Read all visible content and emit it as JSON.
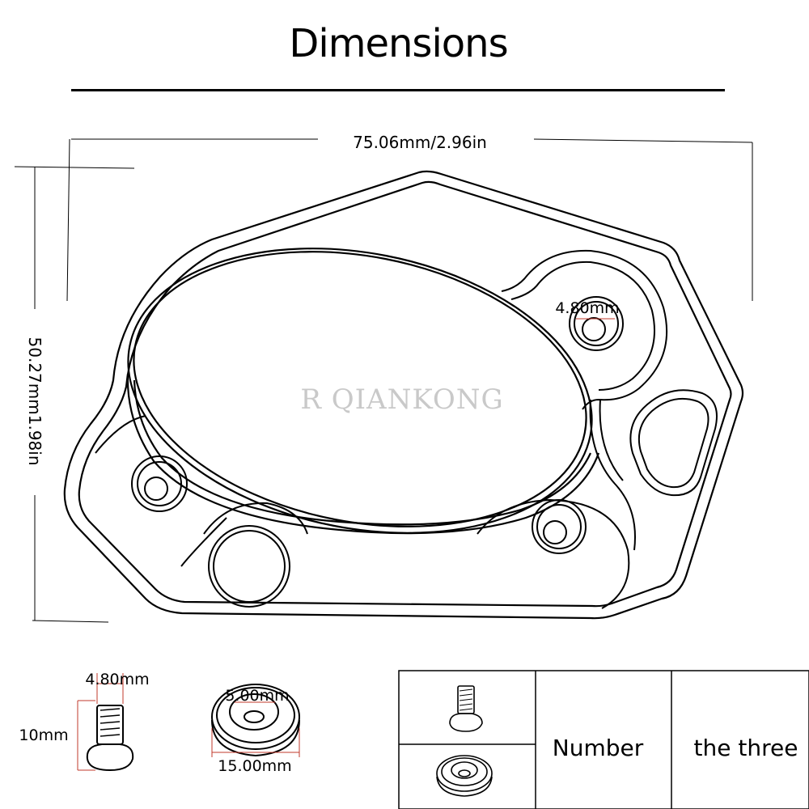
{
  "title": "Dimensions",
  "watermark": "R QIANKONG",
  "plate": {
    "width_label": "75.06mm/2.96in",
    "height_label": "50.27mm1.98in",
    "hole_label": "4.80mm"
  },
  "screw": {
    "diameter_label": "4.80mm",
    "length_label": "10mm"
  },
  "washer": {
    "inner_label": "5.00mm",
    "outer_label": "15.00mm"
  },
  "table": {
    "col2": "Number",
    "col3": "the three"
  },
  "colors": {
    "line": "#000000",
    "dimension_accent": "#c0392b",
    "watermark": "#c9c9c9"
  }
}
